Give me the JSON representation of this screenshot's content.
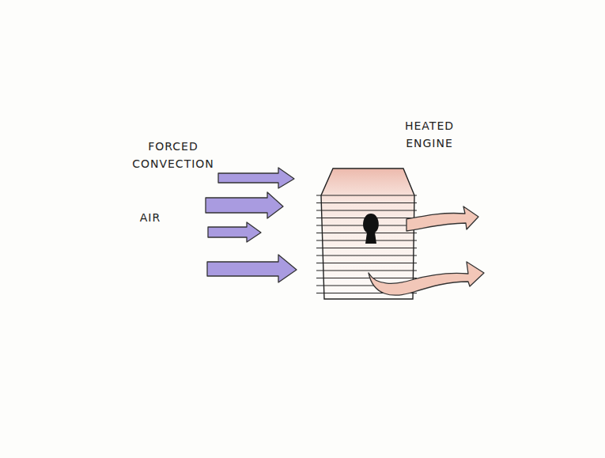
{
  "diagram": {
    "labels": [
      "FORCED CONVECTION",
      "AIR",
      "HEATED ENGINE"
    ]
  }
}
